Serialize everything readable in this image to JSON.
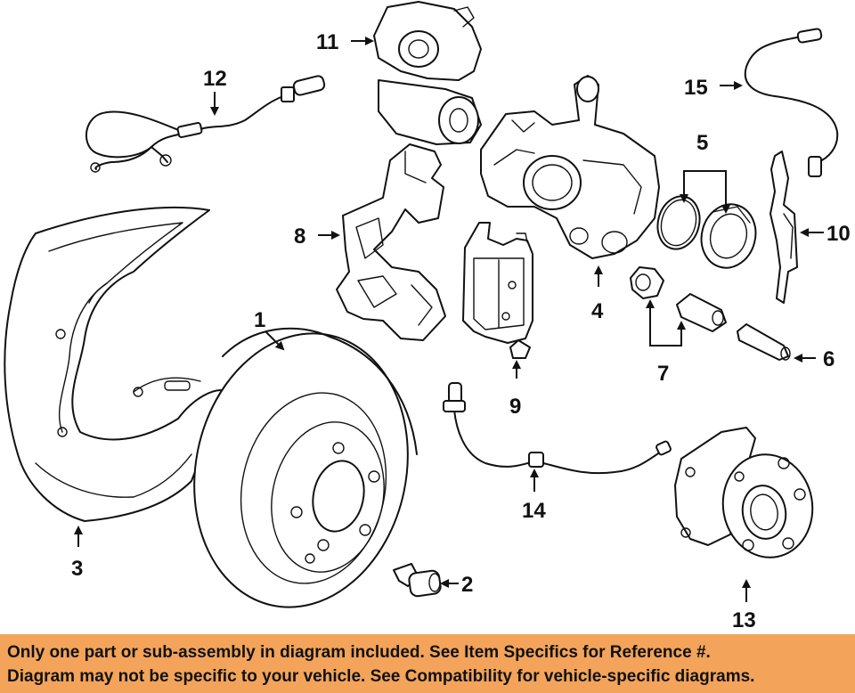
{
  "diagram": {
    "callouts": {
      "c1": "1",
      "c2": "2",
      "c3": "3",
      "c4": "4",
      "c5": "5",
      "c6": "6",
      "c7": "7",
      "c8": "8",
      "c9": "9",
      "c10": "10",
      "c11": "11",
      "c12": "12",
      "c13": "13",
      "c14": "14",
      "c15": "15"
    }
  },
  "banner": {
    "line1": "Only one part or sub-assembly in diagram included. See Item Specifics for Reference #.",
    "line2": "Diagram may not be specific to your vehicle. See Compatibility for vehicle-specific diagrams."
  },
  "colors": {
    "banner_bg": "#f3a45a",
    "line": "#111111",
    "background": "#ffffff"
  }
}
